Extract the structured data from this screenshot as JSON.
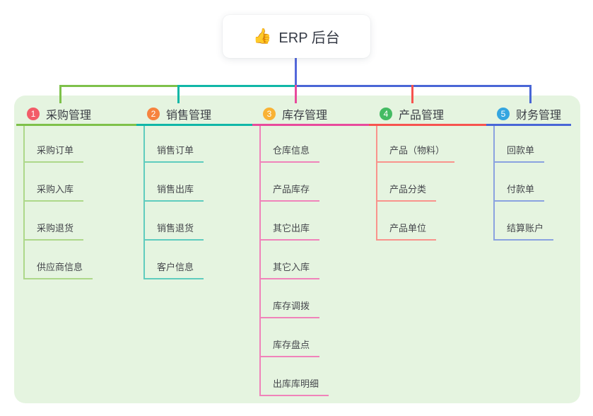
{
  "root": {
    "icon": "👍",
    "title": "ERP 后台"
  },
  "colors": {
    "canvas_bg": "#FFFFFF",
    "panel_bg": "#E5F4E0",
    "root_line": "#5468DB",
    "title_text": "#363B46",
    "item_text": "#45474C"
  },
  "branches": [
    {
      "num": "1",
      "label": "采购管理",
      "badge_color": "#F25C68",
      "line_color": "#7EC14A",
      "child_line_color": "#ADD88A",
      "children": [
        "采购订单",
        "采购入库",
        "采购退货",
        "供应商信息"
      ]
    },
    {
      "num": "2",
      "label": "销售管理",
      "badge_color": "#F6833F",
      "line_color": "#10B7A7",
      "child_line_color": "#5FCCBE",
      "children": [
        "销售订单",
        "销售出库",
        "销售退货",
        "客户信息"
      ]
    },
    {
      "num": "3",
      "label": "库存管理",
      "badge_color": "#F9B234",
      "line_color": "#E84A9C",
      "child_line_color": "#F083BA",
      "children": [
        "仓库信息",
        "产品库存",
        "其它出库",
        "其它入库",
        "库存调拨",
        "库存盘点",
        "出库库明细"
      ]
    },
    {
      "num": "4",
      "label": "产品管理",
      "badge_color": "#44BB63",
      "line_color": "#F7534F",
      "child_line_color": "#F9938C",
      "children": [
        "产品（物料）",
        "产品分类",
        "产品单位"
      ]
    },
    {
      "num": "5",
      "label": "财务管理",
      "badge_color": "#34A5E0",
      "line_color": "#4966D6",
      "child_line_color": "#8AA2E0",
      "children": [
        "回款单",
        "付款单",
        "结算账户"
      ]
    }
  ]
}
